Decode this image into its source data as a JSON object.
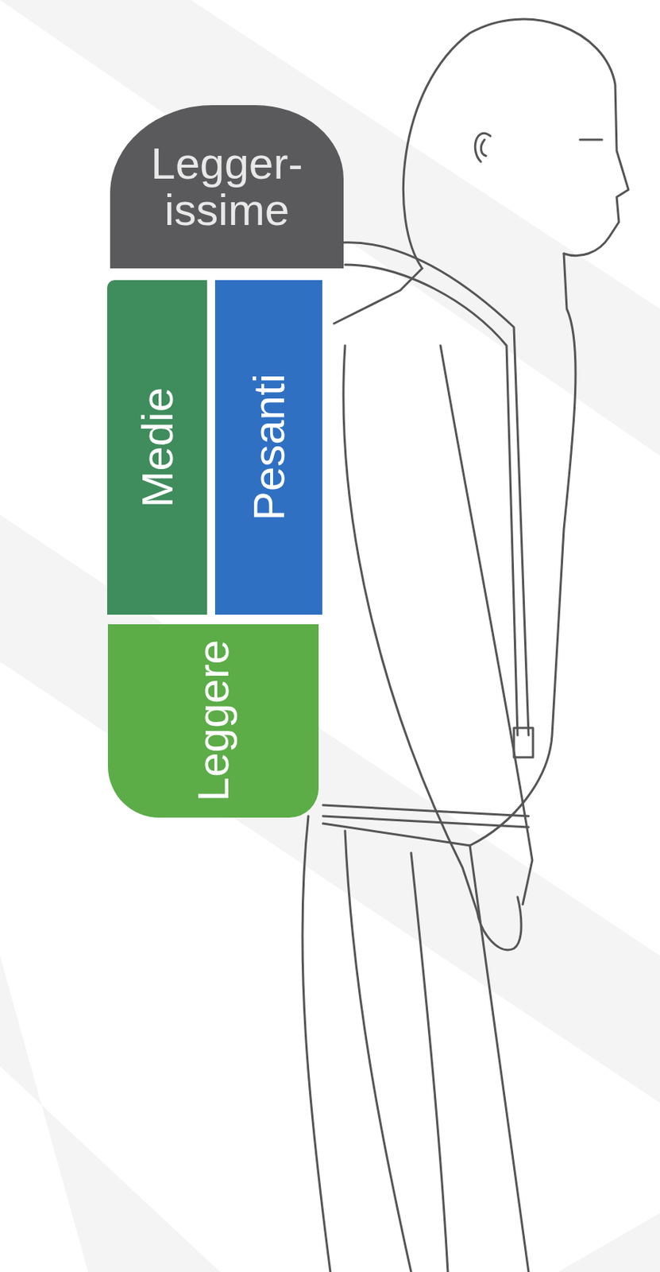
{
  "diagram": {
    "nodes": [
      {
        "text": [
          "Legger- issime"
        ]
      },
      {
        "text": [
          "Medie"
        ]
      },
      {
        "text": [
          "Pesanti"
        ]
      },
      {
        "text": [
          "Leggere"
        ]
      }
    ]
  }
}
